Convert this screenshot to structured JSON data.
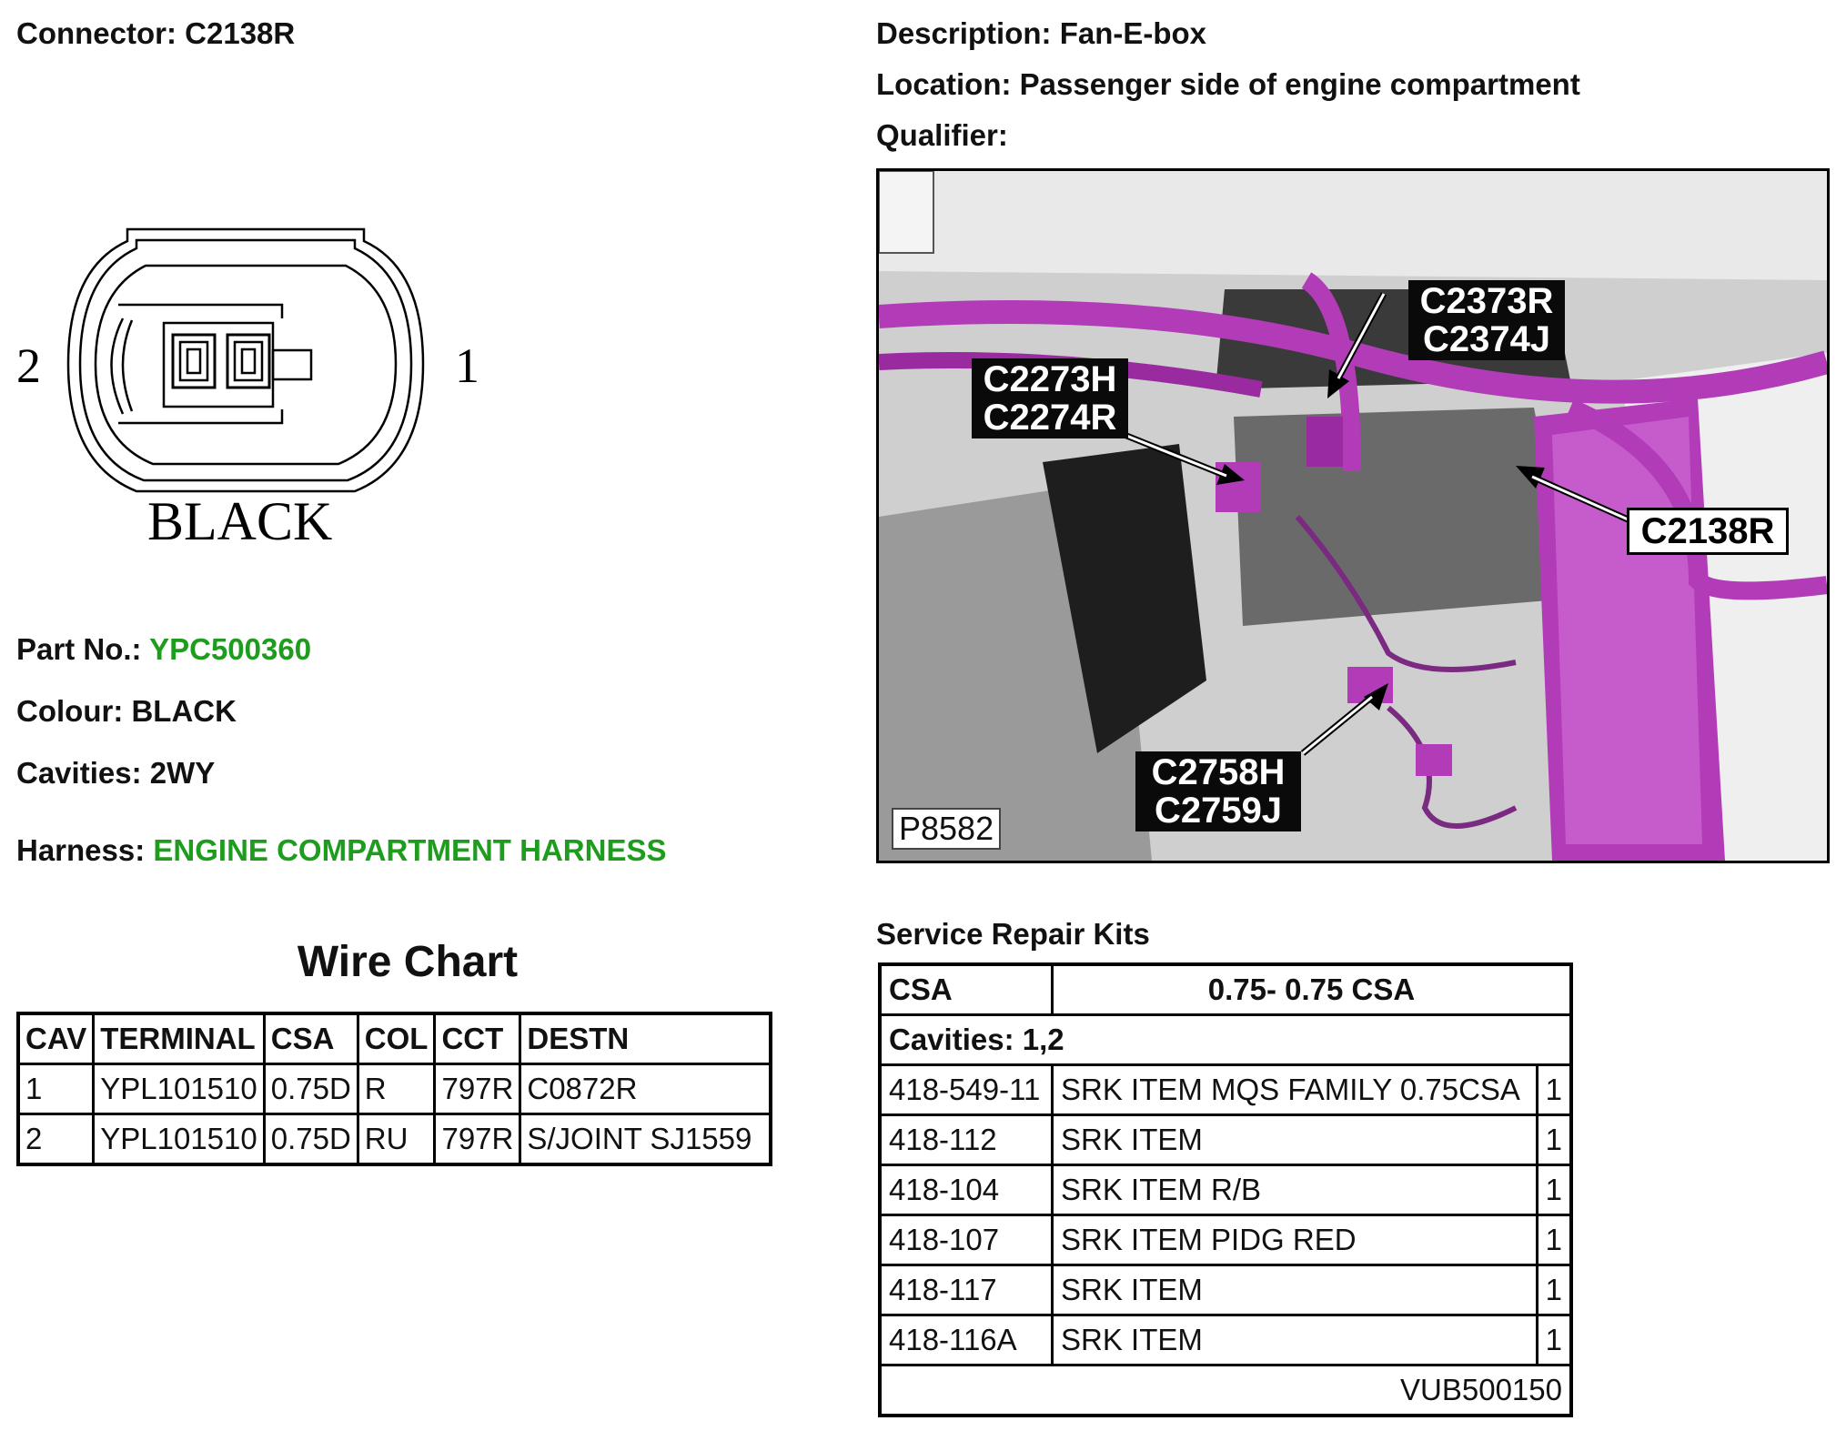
{
  "header": {
    "connector_label": "Connector: C2138R",
    "description_label": "Description: Fan-E-box",
    "location_label": "Location: Passenger side of engine compartment",
    "qualifier_label": "Qualifier:"
  },
  "connector_face": {
    "pin_left": "2",
    "pin_right": "1",
    "colour_text": "BLACK"
  },
  "details": {
    "part_no_label": "Part No.:",
    "part_no_value": "YPC500360",
    "colour_label": "Colour: BLACK",
    "cavities_label": "Cavities: 2WY",
    "harness_label": "Harness:",
    "harness_value": "ENGINE COMPARTMENT HARNESS"
  },
  "photo": {
    "ref": "P8582",
    "callouts": {
      "a1": "C2373R",
      "a2": "C2374J",
      "b1": "C2273H",
      "b2": "C2274R",
      "c1": "C2138R",
      "d1": "C2758H",
      "d2": "C2759J"
    }
  },
  "wire_chart": {
    "title": "Wire Chart",
    "headers": [
      "CAV",
      "TERMINAL",
      "CSA",
      "COL",
      "CCT",
      "DESTN"
    ],
    "rows": [
      [
        "1",
        "YPL101510",
        "0.75D",
        "R",
        "797R",
        "C0872R"
      ],
      [
        "2",
        "YPL101510",
        "0.75D",
        "RU",
        "797R",
        "S/JOINT SJ1559"
      ]
    ]
  },
  "srk": {
    "title": "Service Repair Kits",
    "csa_label": "CSA",
    "csa_value": "0.75- 0.75 CSA",
    "cavities": "Cavities: 1,2",
    "items": [
      [
        "418-549-11",
        "SRK ITEM MQS FAMILY 0.75CSA",
        "1"
      ],
      [
        "418-112",
        "SRK ITEM",
        "1"
      ],
      [
        "418-104",
        "SRK ITEM R/B",
        "1"
      ],
      [
        "418-107",
        "SRK ITEM PIDG RED",
        "1"
      ],
      [
        "418-117",
        "SRK ITEM",
        "1"
      ],
      [
        "418-116A",
        "SRK ITEM",
        "1"
      ]
    ],
    "footer_code": "VUB500150"
  },
  "colors": {
    "harness_green": "#1e9c1e",
    "harness_magenta": "#b23cb8"
  }
}
